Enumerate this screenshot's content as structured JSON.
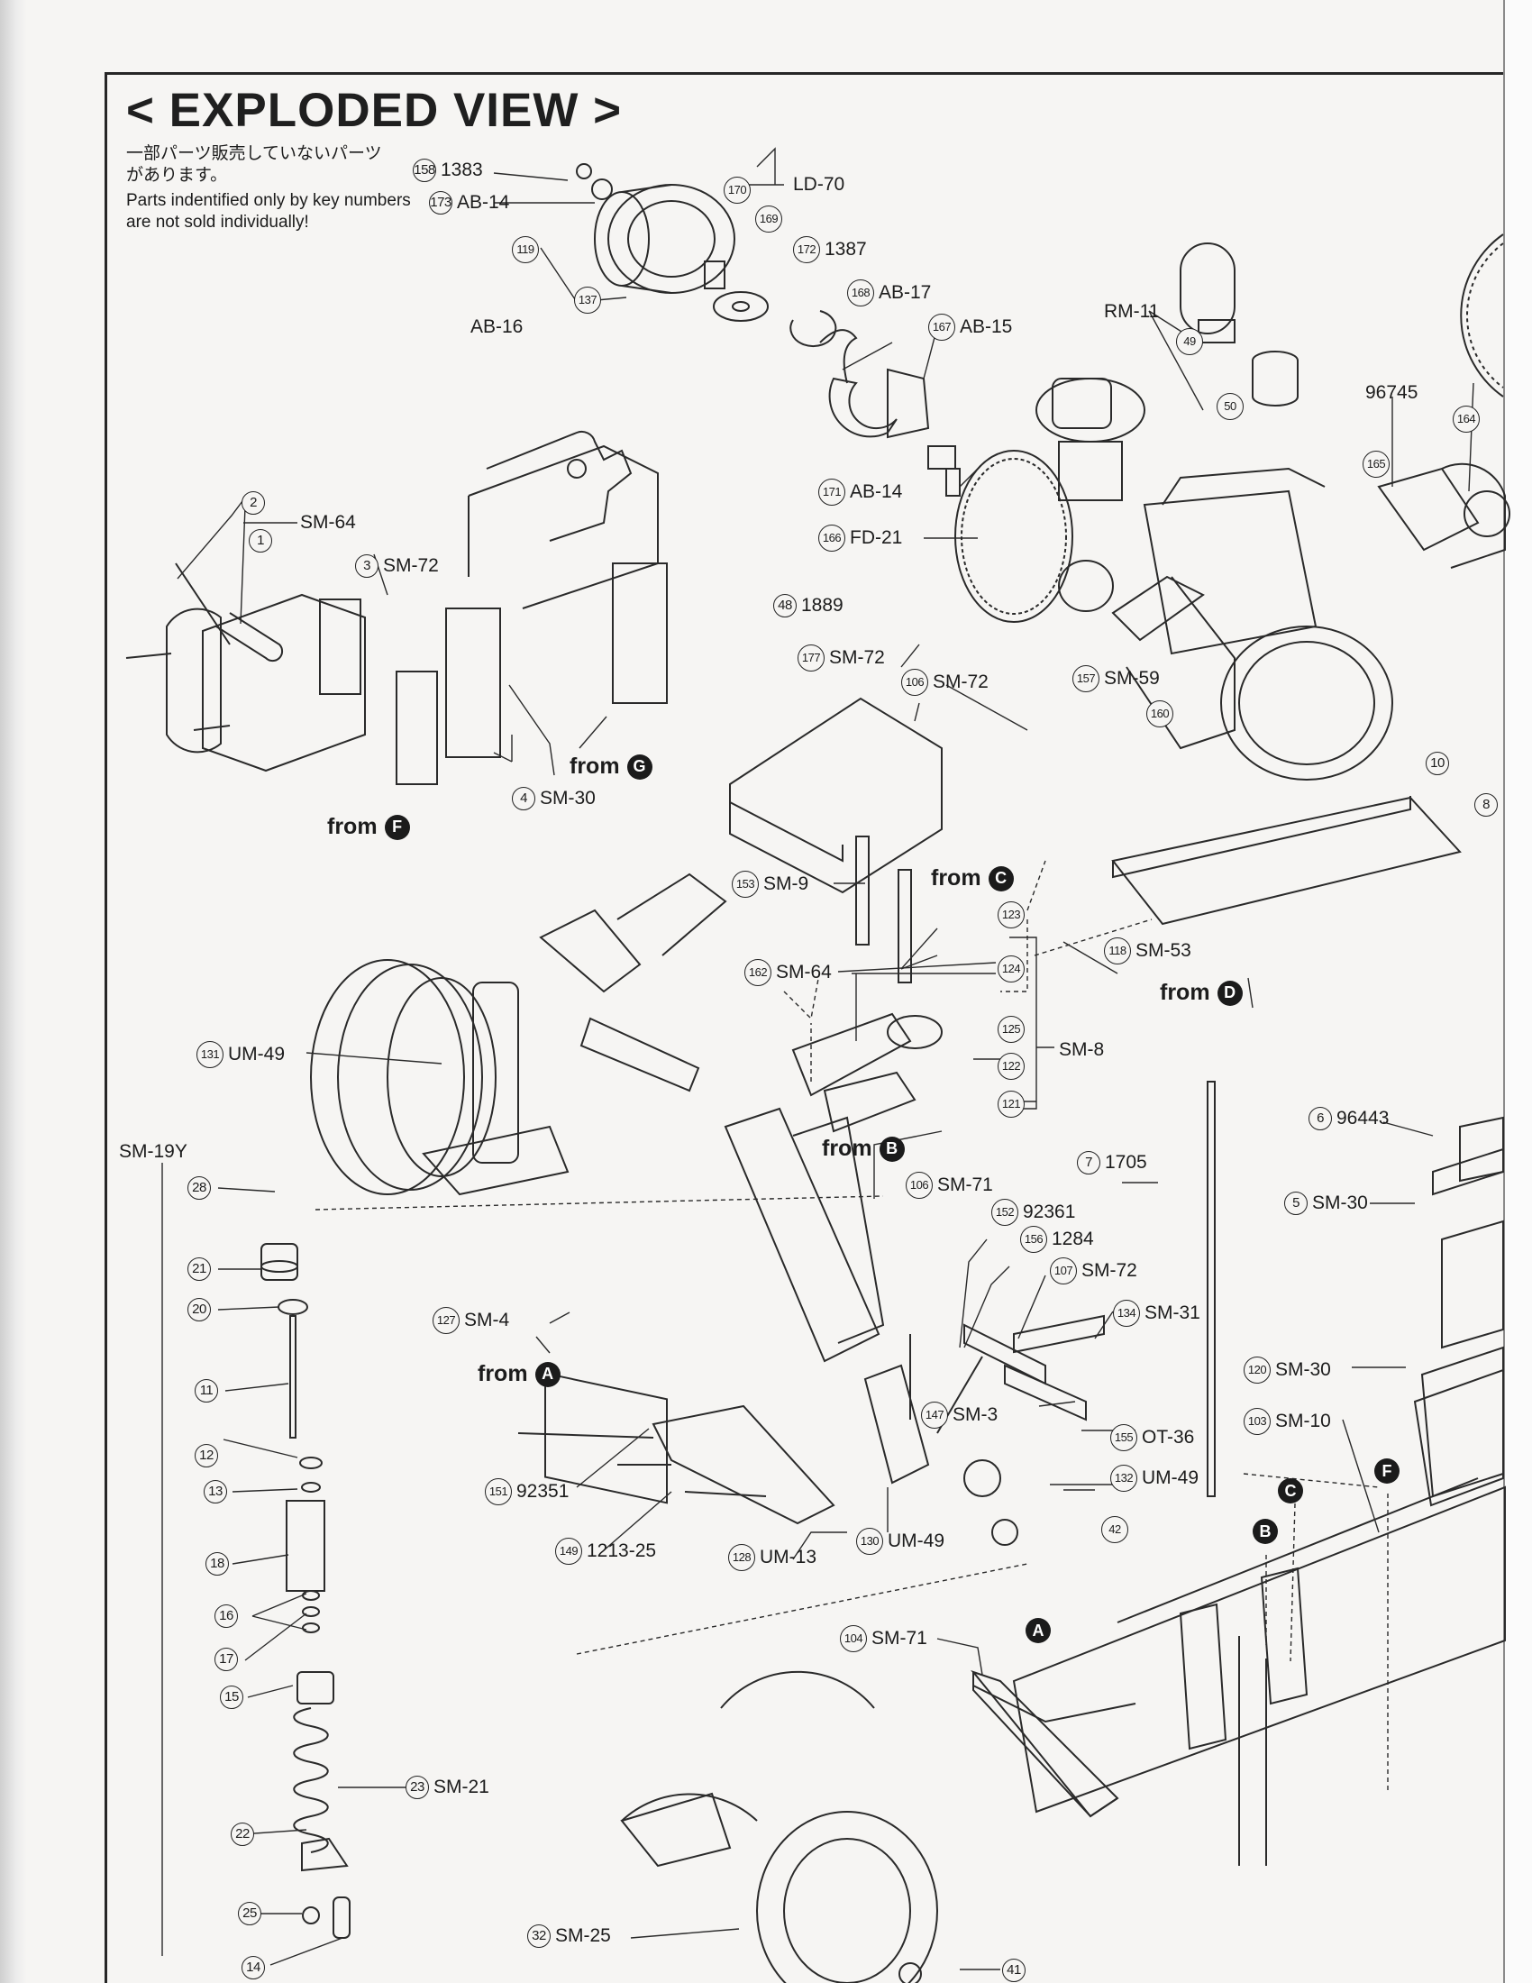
{
  "title": "< EXPLODED VIEW >",
  "note_jp": "一部パーツ販売していないパーツがあります。",
  "note_en": "Parts indentified only by key numbers are not sold individually!",
  "callouts": [
    {
      "id": "c158",
      "num": "158",
      "part": "1383"
    },
    {
      "id": "c173",
      "num": "173",
      "part": "AB-14"
    },
    {
      "id": "c170",
      "num": "170",
      "part": ""
    },
    {
      "id": "cld70",
      "num": "",
      "part": "LD-70"
    },
    {
      "id": "c169",
      "num": "169",
      "part": ""
    },
    {
      "id": "c119",
      "num": "119",
      "part": ""
    },
    {
      "id": "c137",
      "num": "137",
      "part": ""
    },
    {
      "id": "cab16",
      "num": "",
      "part": "AB-16"
    },
    {
      "id": "c172",
      "num": "172",
      "part": "1387"
    },
    {
      "id": "c168",
      "num": "168",
      "part": "AB-17"
    },
    {
      "id": "c167",
      "num": "167",
      "part": "AB-15"
    },
    {
      "id": "crm11",
      "num": "",
      "part": "RM-11"
    },
    {
      "id": "c49",
      "num": "49",
      "part": ""
    },
    {
      "id": "c50",
      "num": "50",
      "part": ""
    },
    {
      "id": "c96745",
      "num": "",
      "part": "96745"
    },
    {
      "id": "c165",
      "num": "165",
      "part": ""
    },
    {
      "id": "c164",
      "num": "164",
      "part": ""
    },
    {
      "id": "c171",
      "num": "171",
      "part": "AB-14"
    },
    {
      "id": "c166",
      "num": "166",
      "part": "FD-21"
    },
    {
      "id": "c2",
      "num": "2",
      "part": ""
    },
    {
      "id": "c1",
      "num": "1",
      "part": ""
    },
    {
      "id": "csm64",
      "num": "",
      "part": "SM-64"
    },
    {
      "id": "c3",
      "num": "3",
      "part": "SM-72"
    },
    {
      "id": "c48",
      "num": "48",
      "part": "1889"
    },
    {
      "id": "c177",
      "num": "177",
      "part": "SM-72"
    },
    {
      "id": "c106a",
      "num": "106",
      "part": "SM-72"
    },
    {
      "id": "c157",
      "num": "157",
      "part": "SM-59"
    },
    {
      "id": "c160",
      "num": "160",
      "part": ""
    },
    {
      "id": "c4",
      "num": "4",
      "part": "SM-30"
    },
    {
      "id": "c10",
      "num": "10",
      "part": ""
    },
    {
      "id": "c8",
      "num": "8",
      "part": ""
    },
    {
      "id": "c153",
      "num": "153",
      "part": "SM-9"
    },
    {
      "id": "c123",
      "num": "123",
      "part": ""
    },
    {
      "id": "c162",
      "num": "162",
      "part": "SM-64"
    },
    {
      "id": "c124",
      "num": "124",
      "part": ""
    },
    {
      "id": "c118",
      "num": "118",
      "part": "SM-53"
    },
    {
      "id": "c125",
      "num": "125",
      "part": ""
    },
    {
      "id": "csm8",
      "num": "",
      "part": "SM-8"
    },
    {
      "id": "c122",
      "num": "122",
      "part": ""
    },
    {
      "id": "c121",
      "num": "121",
      "part": ""
    },
    {
      "id": "c131",
      "num": "131",
      "part": "UM-49"
    },
    {
      "id": "csm19y",
      "num": "",
      "part": "SM-19Y"
    },
    {
      "id": "c28",
      "num": "28",
      "part": ""
    },
    {
      "id": "c21",
      "num": "21",
      "part": ""
    },
    {
      "id": "c20",
      "num": "20",
      "part": ""
    },
    {
      "id": "c11",
      "num": "11",
      "part": ""
    },
    {
      "id": "c12",
      "num": "12",
      "part": ""
    },
    {
      "id": "c13",
      "num": "13",
      "part": ""
    },
    {
      "id": "c18",
      "num": "18",
      "part": ""
    },
    {
      "id": "c16",
      "num": "16",
      "part": ""
    },
    {
      "id": "c17",
      "num": "17",
      "part": ""
    },
    {
      "id": "c15",
      "num": "15",
      "part": ""
    },
    {
      "id": "c23",
      "num": "23",
      "part": "SM-21"
    },
    {
      "id": "c22",
      "num": "22",
      "part": ""
    },
    {
      "id": "c25",
      "num": "25",
      "part": ""
    },
    {
      "id": "c14",
      "num": "14",
      "part": ""
    },
    {
      "id": "c106b",
      "num": "106",
      "part": "SM-71"
    },
    {
      "id": "c152",
      "num": "152",
      "part": "92361"
    },
    {
      "id": "c156",
      "num": "156",
      "part": "1284"
    },
    {
      "id": "c107",
      "num": "107",
      "part": "SM-72"
    },
    {
      "id": "c134",
      "num": "134",
      "part": "SM-31"
    },
    {
      "id": "c127",
      "num": "127",
      "part": "SM-4"
    },
    {
      "id": "c147",
      "num": "147",
      "part": "SM-3"
    },
    {
      "id": "c155",
      "num": "155",
      "part": "OT-36"
    },
    {
      "id": "c132",
      "num": "132",
      "part": "UM-49"
    },
    {
      "id": "c42",
      "num": "42",
      "part": ""
    },
    {
      "id": "c151",
      "num": "151",
      "part": "92351"
    },
    {
      "id": "c149",
      "num": "149",
      "part": "1213-25"
    },
    {
      "id": "c128",
      "num": "128",
      "part": "UM-13"
    },
    {
      "id": "c130",
      "num": "130",
      "part": "UM-49"
    },
    {
      "id": "c7",
      "num": "7",
      "part": "1705"
    },
    {
      "id": "c6",
      "num": "6",
      "part": "96443"
    },
    {
      "id": "c5",
      "num": "5",
      "part": "SM-30"
    },
    {
      "id": "c120",
      "num": "120",
      "part": "SM-30"
    },
    {
      "id": "c103",
      "num": "103",
      "part": "SM-10"
    },
    {
      "id": "c104",
      "num": "104",
      "part": "SM-71"
    },
    {
      "id": "c32",
      "num": "32",
      "part": "SM-25"
    },
    {
      "id": "c41",
      "num": "41",
      "part": ""
    }
  ],
  "from_labels": [
    {
      "id": "fromF",
      "text": "from",
      "letter": "F"
    },
    {
      "id": "fromG",
      "text": "from",
      "letter": "G"
    },
    {
      "id": "fromC",
      "text": "from",
      "letter": "C"
    },
    {
      "id": "fromD",
      "text": "from",
      "letter": "D"
    },
    {
      "id": "fromB",
      "text": "from",
      "letter": "B"
    },
    {
      "id": "fromA",
      "text": "from",
      "letter": "A"
    }
  ],
  "ref_markers": [
    {
      "id": "mC",
      "letter": "C"
    },
    {
      "id": "mF",
      "letter": "F"
    },
    {
      "id": "mB",
      "letter": "B"
    },
    {
      "id": "mA",
      "letter": "A"
    }
  ]
}
